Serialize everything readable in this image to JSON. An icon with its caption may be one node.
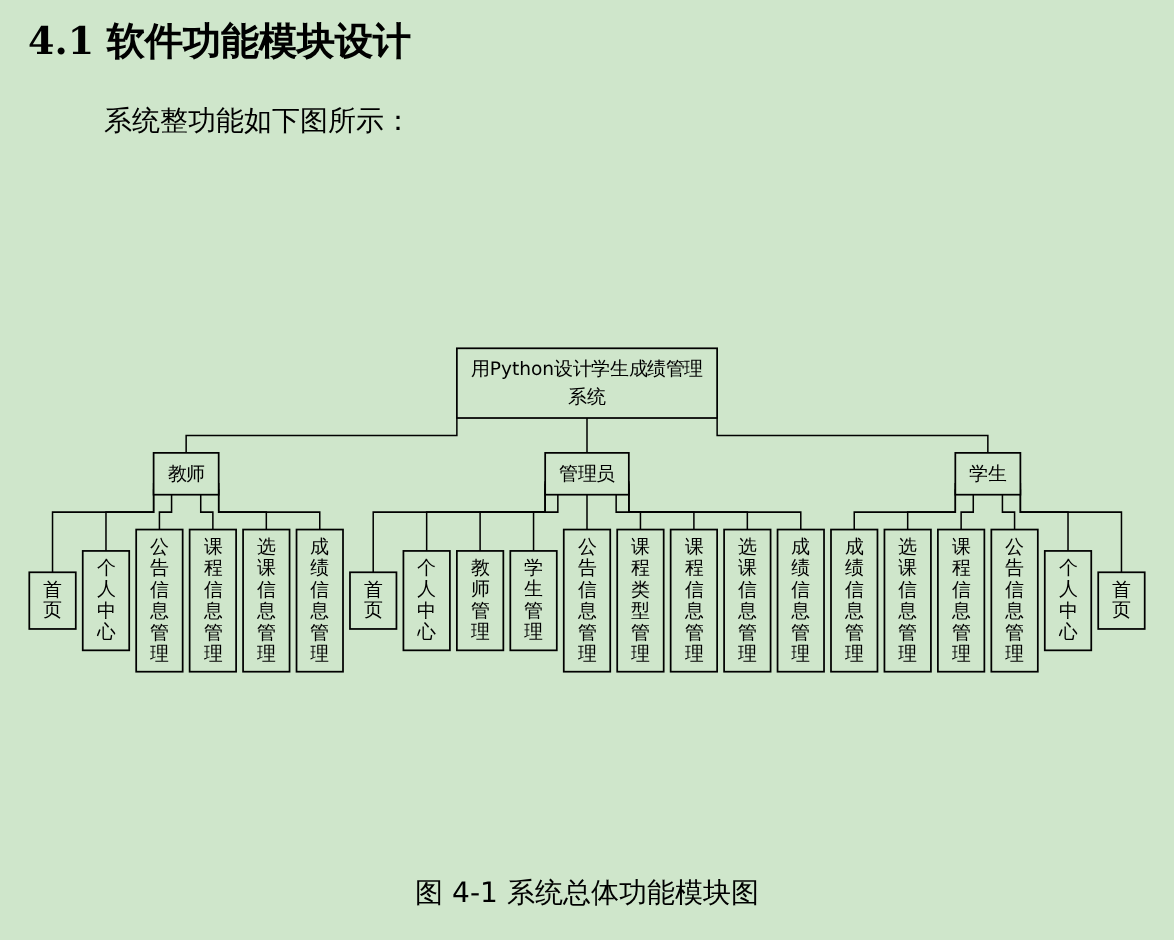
{
  "diagram": {
    "title": "4.1 软件功能模块设计",
    "caption": "图 4-1 系统总体功能模块图",
    "labels": [
      "系统整功能如下图所示："
    ],
    "nodes": [
      {
        "text": [
          "用Python设计学生成绩管理系统"
        ]
      },
      {
        "text": [
          "管理员"
        ]
      },
      {
        "text": [
          "首页"
        ]
      },
      {
        "text": [
          "个人中心"
        ]
      },
      {
        "text": [
          "教师管理"
        ]
      },
      {
        "text": [
          "学生管理"
        ]
      },
      {
        "text": [
          "公告信息管理"
        ]
      },
      {
        "text": [
          "课程类型管理"
        ]
      },
      {
        "text": [
          "课程信息管理"
        ]
      },
      {
        "text": [
          "选课信息管理"
        ]
      },
      {
        "text": [
          "成绩信息管理"
        ]
      },
      {
        "text": [
          "教师"
        ]
      },
      {
        "text": [
          "学生"
        ]
      },
      {
        "text": [
          "首页"
        ]
      },
      {
        "text": [
          "个人中心"
        ]
      },
      {
        "text": [
          "公告信息管理"
        ]
      },
      {
        "text": [
          "课程信息管理"
        ]
      },
      {
        "text": [
          "选课信息管理"
        ]
      },
      {
        "text": [
          "成绩信息管理"
        ]
      },
      {
        "text": [
          "成绩信息管理"
        ]
      },
      {
        "text": [
          "选课信息管理"
        ]
      },
      {
        "text": [
          "课程信息管理"
        ]
      },
      {
        "text": [
          "公告信息管理"
        ]
      },
      {
        "text": [
          "个人中心"
        ]
      },
      {
        "text": [
          "首页"
        ]
      }
    ],
    "edges": [
      {
        "from": 0,
        "to": 11,
        "arrow": "none"
      },
      {
        "from": 0,
        "to": 1,
        "arrow": "none"
      },
      {
        "from": 0,
        "to": 12,
        "arrow": "none"
      },
      {
        "from": 1,
        "to": 2,
        "arrow": "none"
      },
      {
        "from": 1,
        "to": 3,
        "arrow": "none"
      },
      {
        "from": 1,
        "to": 4,
        "arrow": "none"
      },
      {
        "from": 1,
        "to": 5,
        "arrow": "none"
      },
      {
        "from": 1,
        "to": 6,
        "arrow": "none"
      },
      {
        "from": 1,
        "to": 7,
        "arrow": "none"
      },
      {
        "from": 1,
        "to": 8,
        "arrow": "none"
      },
      {
        "from": 1,
        "to": 9,
        "arrow": "none"
      },
      {
        "from": 1,
        "to": 10,
        "arrow": "none"
      },
      {
        "from": 11,
        "to": 13,
        "arrow": "none"
      },
      {
        "from": 11,
        "to": 14,
        "arrow": "none"
      },
      {
        "from": 11,
        "to": 15,
        "arrow": "none"
      },
      {
        "from": 11,
        "to": 16,
        "arrow": "none"
      },
      {
        "from": 11,
        "to": 17,
        "arrow": "none"
      },
      {
        "from": 11,
        "to": 18,
        "arrow": "none"
      },
      {
        "from": 12,
        "to": 19,
        "arrow": "none"
      },
      {
        "from": 12,
        "to": 20,
        "arrow": "none"
      },
      {
        "from": 12,
        "to": 21,
        "arrow": "none"
      },
      {
        "from": 12,
        "to": 22,
        "arrow": "none"
      },
      {
        "from": 12,
        "to": 23,
        "arrow": "none"
      },
      {
        "from": 12,
        "to": 24,
        "arrow": "none"
      }
    ]
  }
}
